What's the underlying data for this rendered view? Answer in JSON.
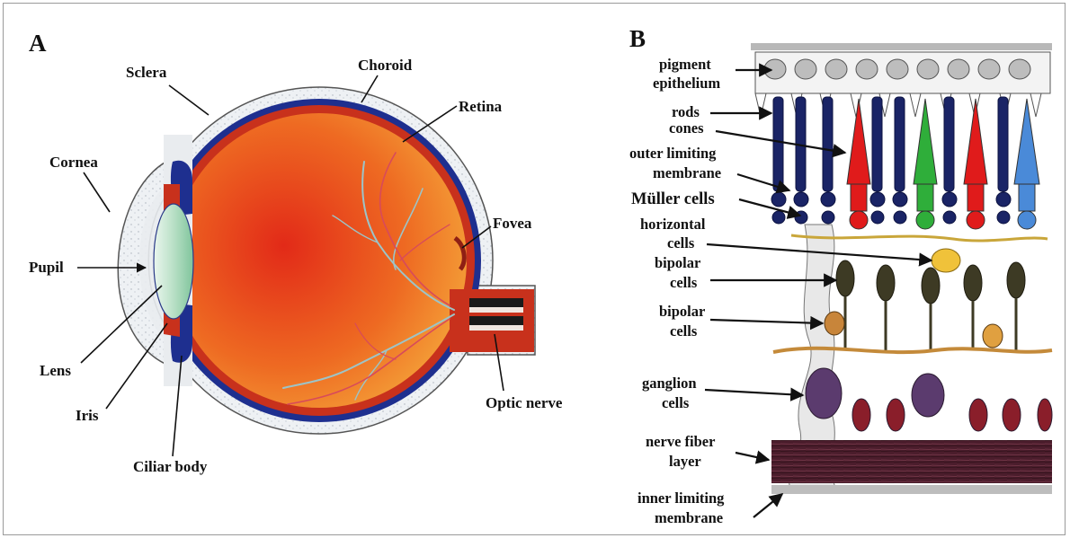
{
  "panels": {
    "a": {
      "label": "A",
      "labels": {
        "sclera": "Sclera",
        "choroid": "Choroid",
        "retina": "Retina",
        "cornea": "Cornea",
        "fovea": "Fovea",
        "pupil": "Pupil",
        "lens": "Lens",
        "iris": "Iris",
        "ciliar_body": "Ciliar body",
        "optic_nerve": "Optic nerve"
      }
    },
    "b": {
      "label": "B",
      "labels": {
        "pigment_1": "pigment",
        "pigment_2": "epithelium",
        "rods": "rods",
        "cones": "cones",
        "olm_1": "outer limiting",
        "olm_2": "membrane",
        "muller": "Müller cells",
        "horizontal_1": "horizontal",
        "horizontal_2": "cells",
        "bipolar1_1": "bipolar",
        "bipolar1_2": "cells",
        "bipolar2_1": "bipolar",
        "bipolar2_2": "cells",
        "ganglion_1": "ganglion",
        "ganglion_2": "cells",
        "nfl_1": "nerve fiber",
        "nfl_2": "layer",
        "ilm_1": "inner limiting",
        "ilm_2": "membrane"
      }
    }
  },
  "colors": {
    "sclera": "#e9ecef",
    "choroid": "#1e2f8f",
    "retina": "#c8311c",
    "vitreous_start": "#e02a1a",
    "vitreous_end": "#f4b23a",
    "lens": "#bfe3cf",
    "rod": "#1a2466",
    "cone_red": "#e01b1b",
    "cone_green": "#2fae3a",
    "cone_blue": "#4a8ad8",
    "horizontal_cell": "#f0c23a",
    "neuron": "#3d3a24",
    "ganglion": "#5b3b6e",
    "nerve_fiber": "#4a1c2a"
  }
}
